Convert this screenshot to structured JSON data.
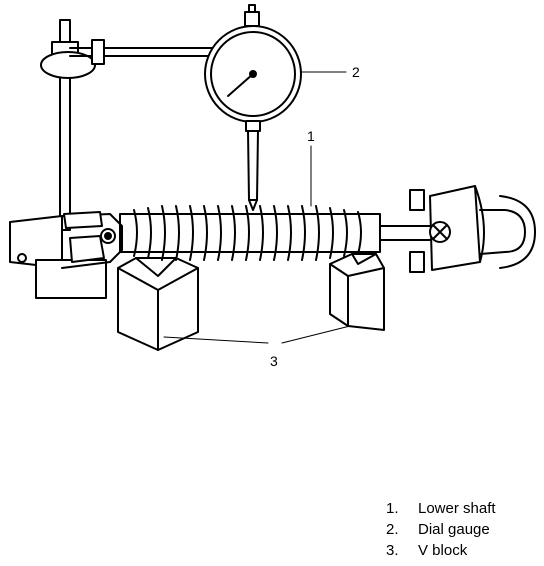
{
  "callouts": {
    "c1": "1",
    "c2": "2",
    "c3": "3"
  },
  "legend": [
    {
      "num": "1.",
      "text": "Lower shaft"
    },
    {
      "num": "2.",
      "text": "Dial gauge"
    },
    {
      "num": "3.",
      "text": "V block"
    }
  ]
}
